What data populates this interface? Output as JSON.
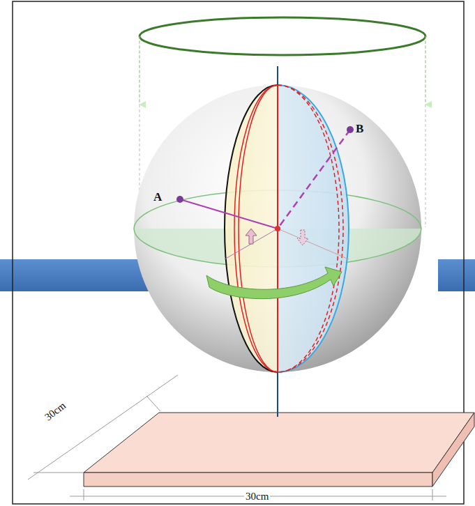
{
  "diagram": {
    "labels": [
      "A",
      "B",
      "30cm",
      "30cm"
    ]
  }
}
